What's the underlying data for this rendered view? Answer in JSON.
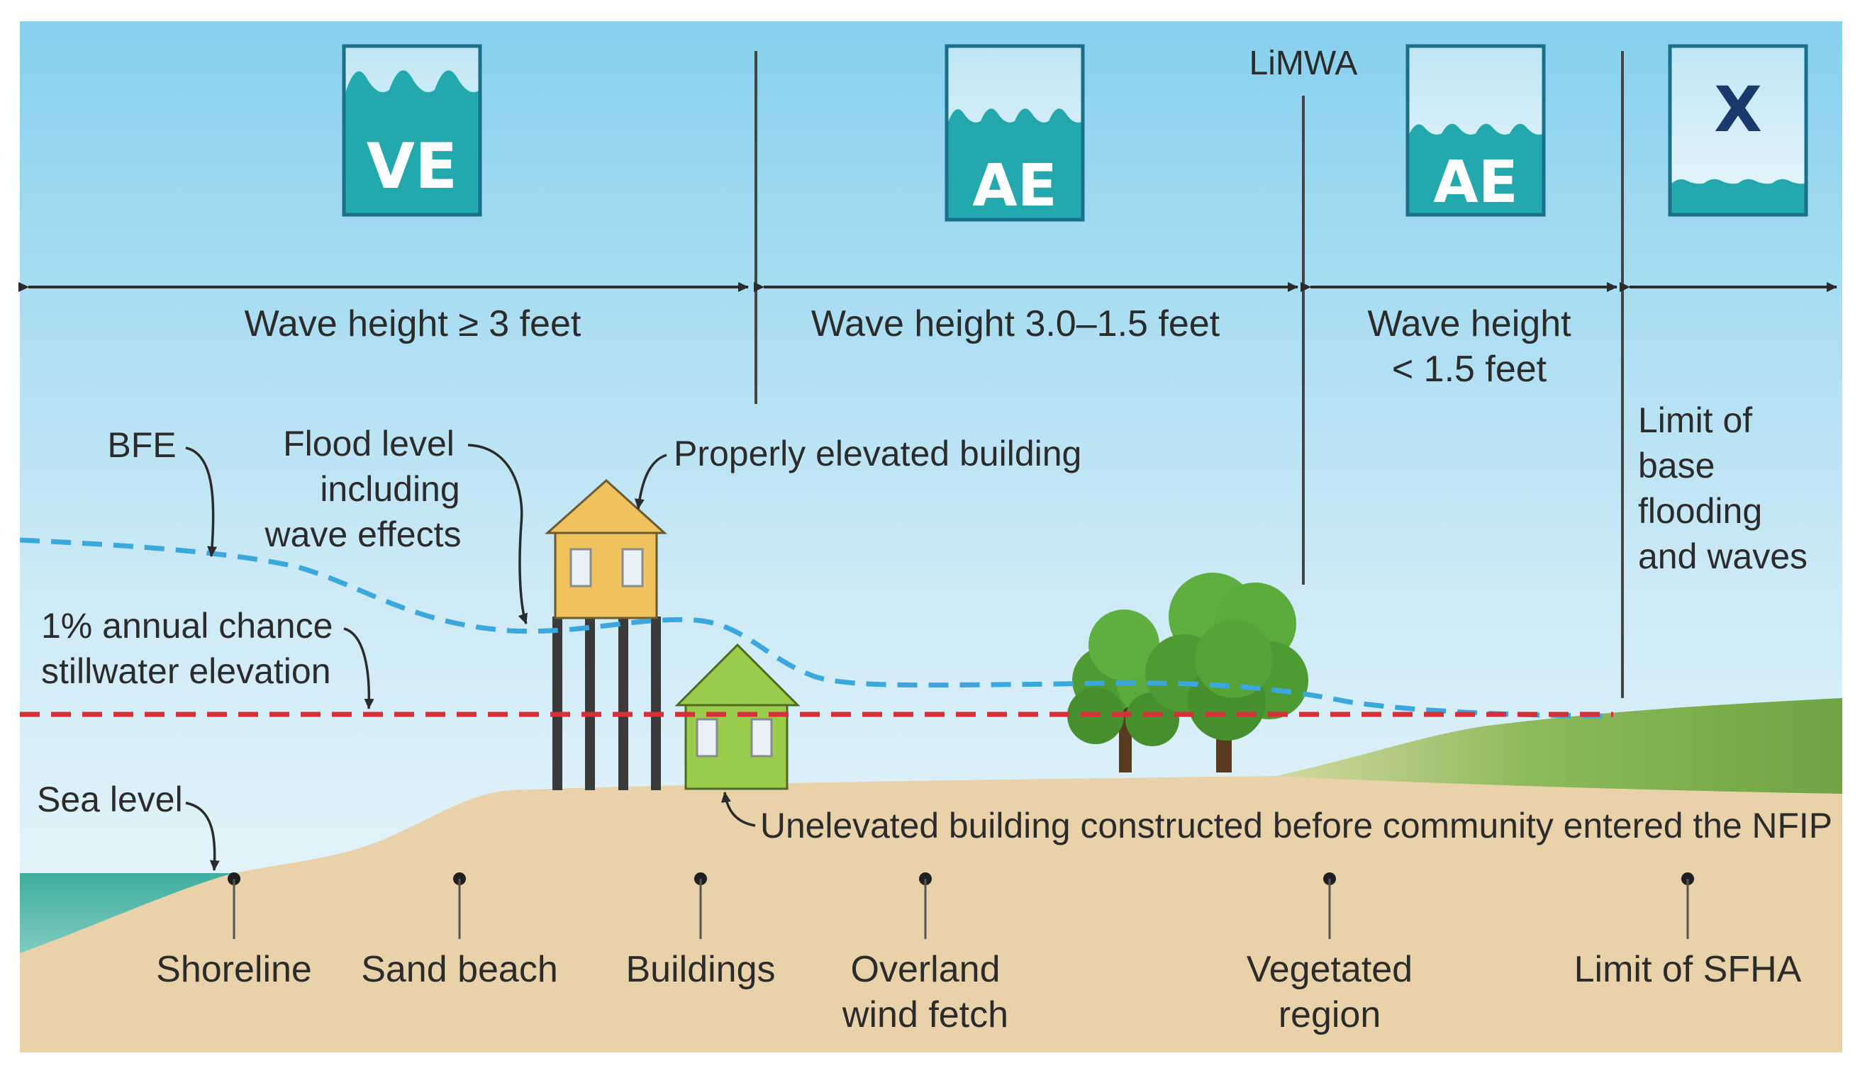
{
  "zones": [
    {
      "code": "VE",
      "variant": "high-waves"
    },
    {
      "code": "AE",
      "variant": "moderate-waves"
    },
    {
      "code": "AE",
      "variant": "small-waves"
    },
    {
      "code": "X",
      "variant": "minimal-waves"
    }
  ],
  "limwa_label": "LiMWA",
  "wave_heights": [
    {
      "line1": "Wave height ≥ 3 feet",
      "line2": ""
    },
    {
      "line1": "Wave height 3.0–1.5 feet",
      "line2": ""
    },
    {
      "line1": "Wave height",
      "line2": "< 1.5 feet"
    }
  ],
  "limit_label": [
    "Limit of",
    "base",
    "flooding",
    "and waves"
  ],
  "callouts": {
    "bfe": "BFE",
    "flood_level": [
      "Flood level",
      "including",
      "wave effects"
    ],
    "properly_elevated": "Properly elevated building",
    "stillwater": [
      "1% annual chance",
      "stillwater elevation"
    ],
    "sea_level": "Sea level",
    "unelevated": "Unelevated building constructed before community entered the NFIP"
  },
  "ground_labels": [
    {
      "lines": [
        "Shoreline"
      ]
    },
    {
      "lines": [
        "Sand beach"
      ]
    },
    {
      "lines": [
        "Buildings"
      ]
    },
    {
      "lines": [
        "Overland",
        "wind fetch"
      ]
    },
    {
      "lines": [
        "Vegetated",
        "region"
      ]
    },
    {
      "lines": [
        "Limit of SFHA"
      ]
    }
  ],
  "colors": {
    "sky_top": "#86d0ee",
    "sky_bottom": "#eef8fc",
    "zone_fill": "#22a8ad",
    "zone_border": "#1a6f8a",
    "zone_x_letter": "#1a3a6e",
    "sand": "#e9d2aa",
    "sea": "#3fae9e",
    "bfe_line": "#3aa8dc",
    "stillwater_line": "#d5303a",
    "elevated_house": "#f0c25e",
    "unelevated_house": "#9acb4a",
    "tree": "#4e9a33",
    "grass": "#8dba5a"
  }
}
